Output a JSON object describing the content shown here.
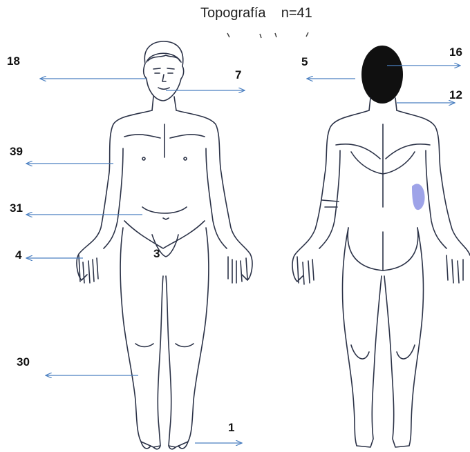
{
  "title": "Topografía",
  "total": "n=41",
  "colors": {
    "arrow": "#4a7fc0",
    "outline": "#2b3247",
    "hair": "#101010",
    "highlight": "#9ea3e8"
  },
  "labels": [
    {
      "id": "head-front",
      "value": "18"
    },
    {
      "id": "face",
      "value": "7"
    },
    {
      "id": "neck-back",
      "value": "5"
    },
    {
      "id": "scalp-back",
      "value": "16"
    },
    {
      "id": "nape",
      "value": "12"
    },
    {
      "id": "arm",
      "value": "39"
    },
    {
      "id": "trunk",
      "value": "31"
    },
    {
      "id": "hand",
      "value": "4"
    },
    {
      "id": "genital",
      "value": "3"
    },
    {
      "id": "leg",
      "value": "30"
    },
    {
      "id": "foot",
      "value": "1"
    }
  ]
}
